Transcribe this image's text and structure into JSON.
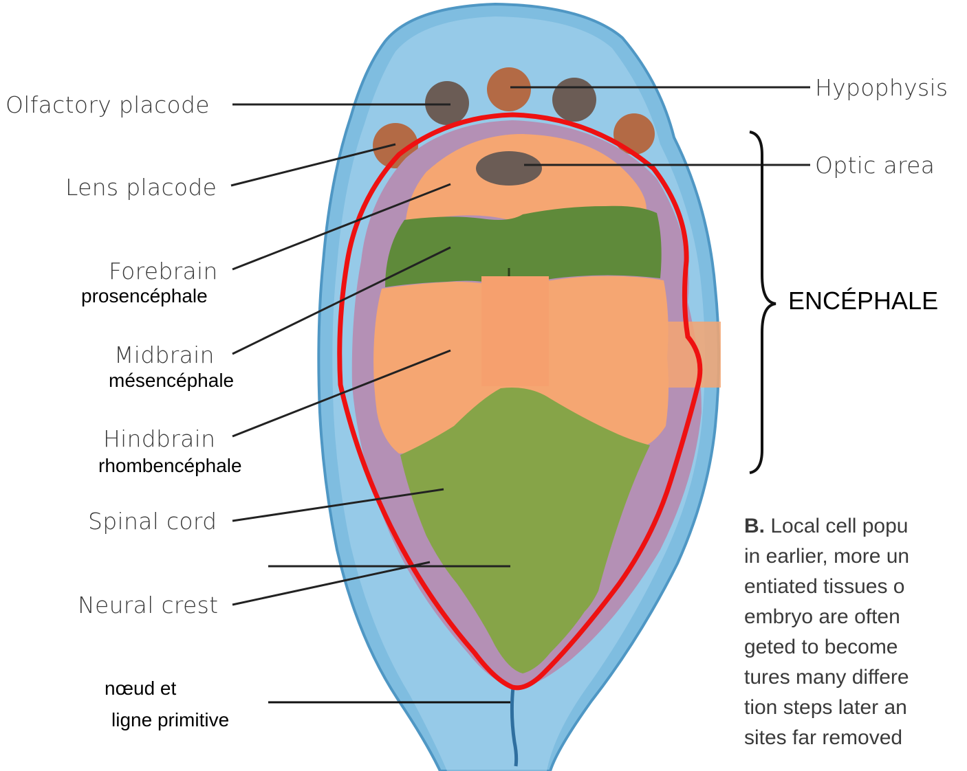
{
  "labels": {
    "olfactory": "Olfactory placode",
    "lens": "Lens placode",
    "forebrain": "Forebrain",
    "forebrain_fr": "prosencéphale",
    "midbrain": "Midbrain",
    "midbrain_fr": "mésencéphale",
    "hindbrain": "Hindbrain",
    "hindbrain_fr": "rhombencéphale",
    "spinal": "Spinal cord",
    "neural_crest": "Neural crest",
    "node_line1": "nœud et",
    "node_line2": "ligne primitive",
    "hypophysis": "Hypophysis",
    "optic": "Optic area",
    "encephale": "ENCÉPHALE"
  },
  "caption": {
    "bold": "B.",
    "lines": [
      " Local cell popu",
      "in earlier, more un",
      "entiated tissues o",
      "embryo are often",
      "geted to become",
      "tures many differe",
      "tion steps later an",
      "sites far removed"
    ]
  },
  "colors": {
    "embryo_outer": "#7fbde0",
    "embryo_inner": "#a9d6ee",
    "neural_plate_border": "#b490b5",
    "forebrain_orange": "#f5a672",
    "midbrain_green": "#5f8a3a",
    "hindbrain_orange": "#f5a672",
    "spinal_green": "#86a448",
    "placode_brown": "#b36a45",
    "placode_dark": "#6b5c55",
    "outline_red": "#ee1111"
  }
}
